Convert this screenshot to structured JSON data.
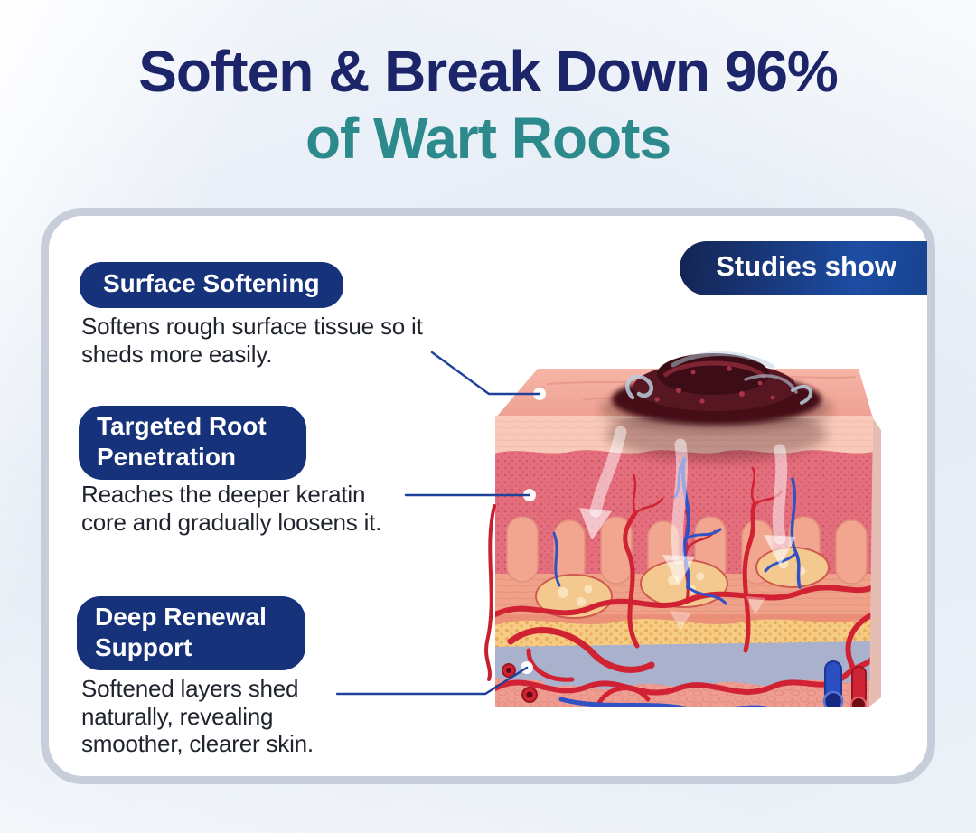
{
  "title": {
    "line1": "Soften & Break Down 96%",
    "line2": "of Wart Roots"
  },
  "card": {
    "studies_badge_label": "Studies show",
    "sections": [
      {
        "badge_label": "Surface Softening",
        "description": "Softens rough surface tissue so it sheds more easily."
      },
      {
        "badge_label": "Targeted Root Penetration",
        "description": "Reaches the deeper keratin core and gradually loosens it."
      },
      {
        "badge_label": "Deep Renewal Support",
        "description": "Softened layers shed naturally, revealing smoother, clearer skin."
      }
    ],
    "illustration": {
      "name": "skin-cross-section-with-wart",
      "elements": [
        "wart",
        "epidermis-surface",
        "dermis-papillae",
        "blood-vessels",
        "fat-layer",
        "membrane-layer",
        "subcutaneous-layer",
        "absorption-arrows"
      ]
    }
  },
  "colors": {
    "title_navy": "#1c2569",
    "title_teal": "#2d8a8c",
    "badge_blue": "#16327b",
    "studies_gradient_start": "#142452",
    "studies_gradient_end": "#1d4da4",
    "card_border": "#c7cdd9",
    "card_background": "#ffffff",
    "connector_line": "#1e419a",
    "body_text": "#20242e",
    "page_background": "#e8eef6"
  }
}
